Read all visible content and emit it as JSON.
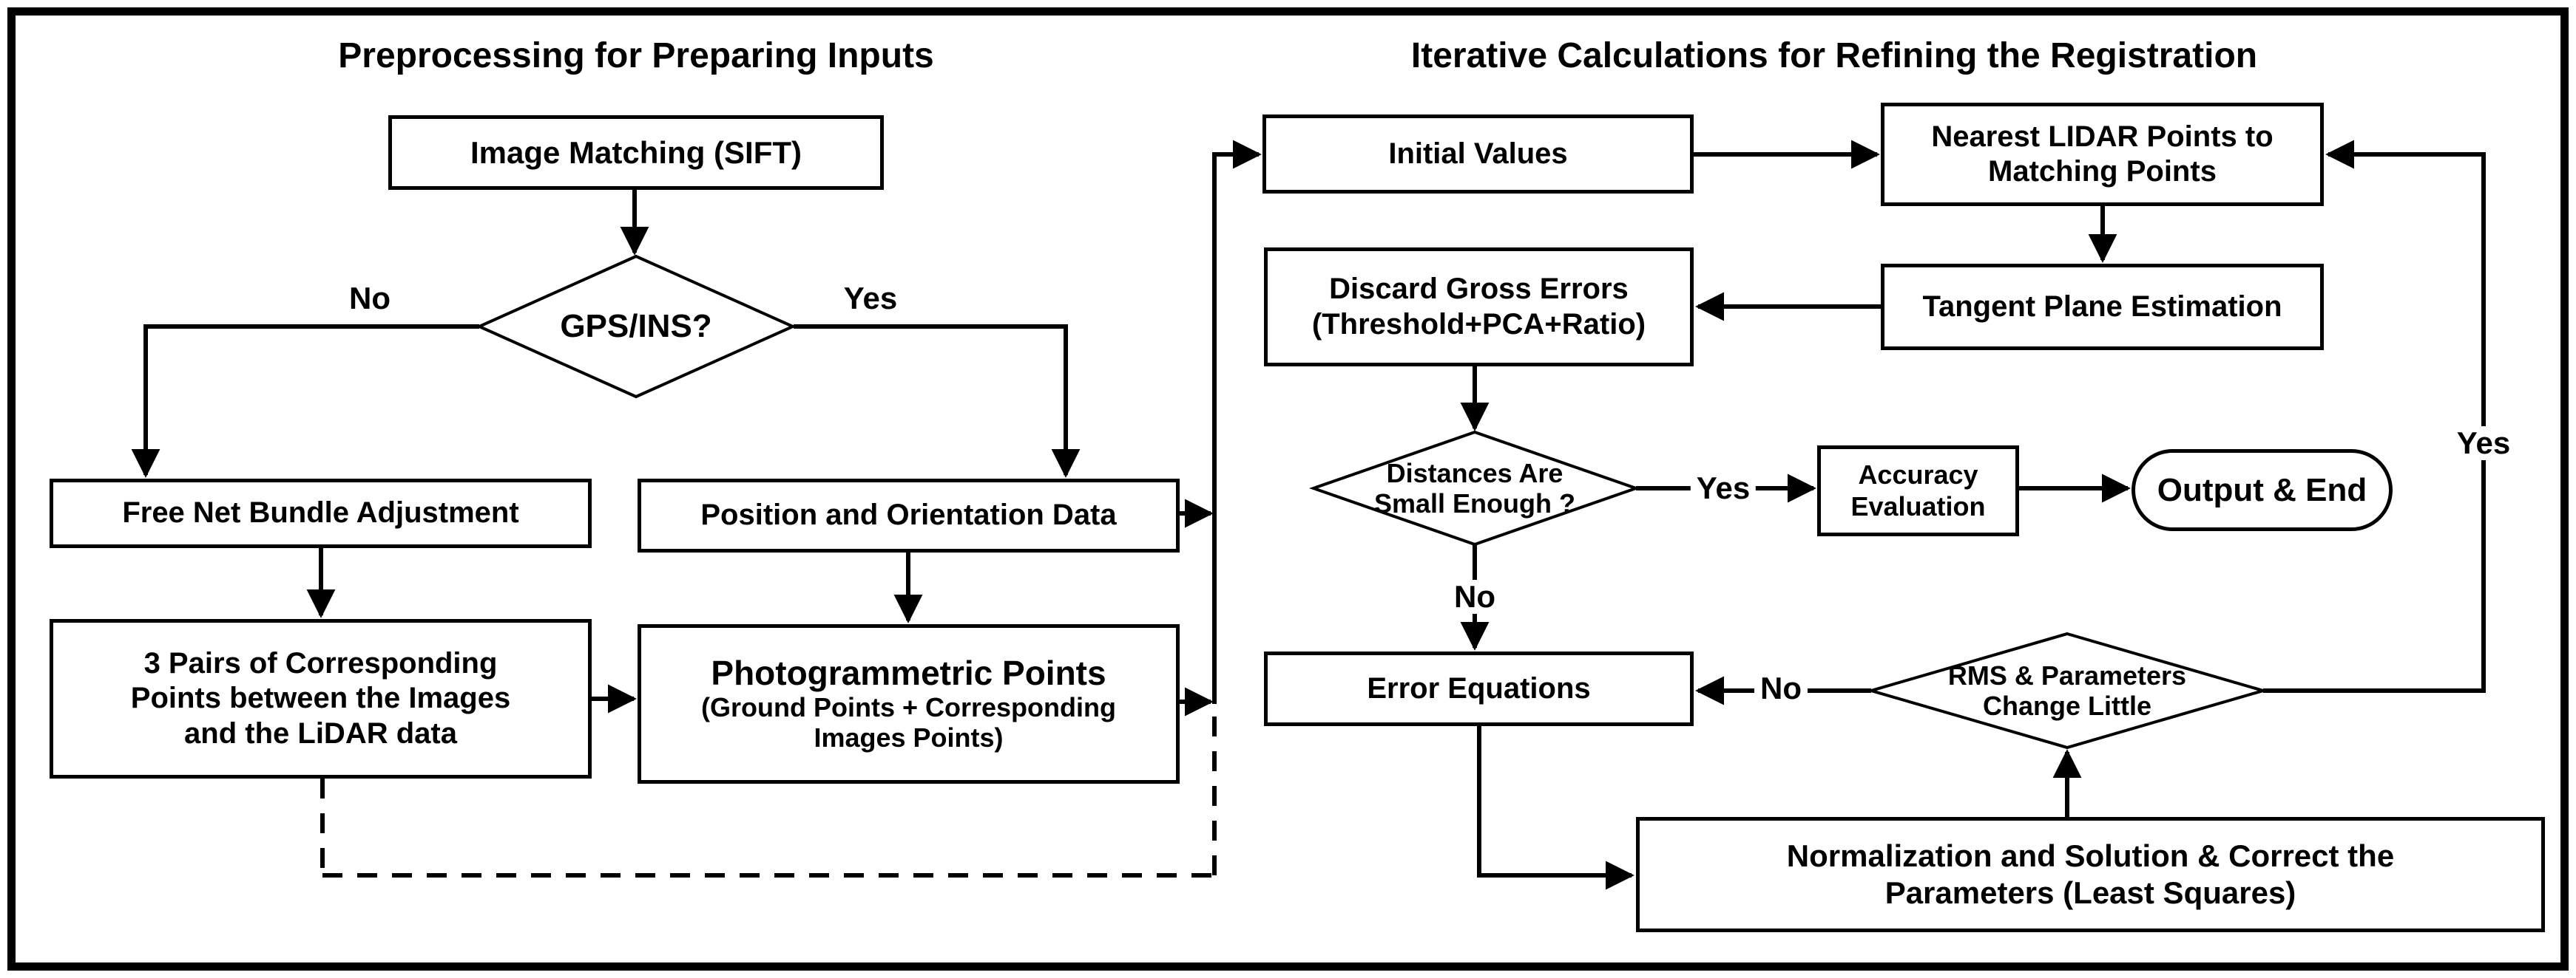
{
  "titles": {
    "left": "Preprocessing for Preparing Inputs",
    "right": "Iterative Calculations for Refining the Registration"
  },
  "nodes": {
    "image_matching": "Image Matching (SIFT)",
    "gps_ins": "GPS/INS?",
    "free_net": "Free Net Bundle Adjustment",
    "position_orientation": "Position and Orientation Data",
    "three_pairs": "3 Pairs of Corresponding\nPoints between the Images\nand the LiDAR data",
    "photogrammetric_main": "Photogrammetric Points",
    "photogrammetric_sub": "(Ground Points + Corresponding\nImages Points)",
    "initial_values": "Initial Values",
    "nearest_lidar": "Nearest LIDAR Points to\nMatching Points",
    "tangent_plane": "Tangent Plane Estimation",
    "discard_gross": "Discard Gross Errors\n(Threshold+PCA+Ratio)",
    "distances_small": "Distances Are\nSmall Enough ?",
    "accuracy_eval": "Accuracy\nEvaluation",
    "output_end": "Output & End",
    "error_equations": "Error Equations",
    "rms_parameters": "RMS & Parameters\nChange Little",
    "normalization": "Normalization and Solution & Correct the\nParameters (Least Squares)"
  },
  "edge_labels": {
    "gps_no": "No",
    "gps_yes": "Yes",
    "dist_yes": "Yes",
    "dist_no": "No",
    "rms_no": "No",
    "rms_yes": "Yes"
  },
  "colors": {
    "line": "#000000",
    "background": "#ffffff"
  }
}
